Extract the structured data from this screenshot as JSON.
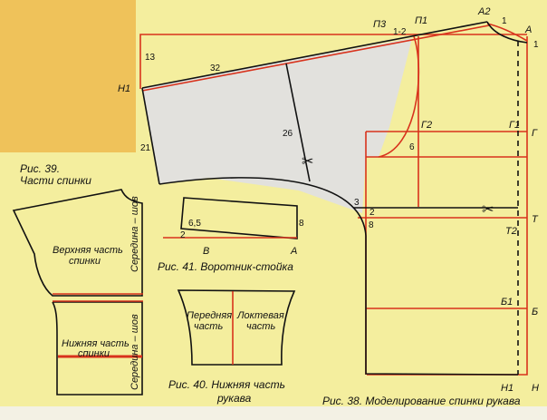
{
  "fig38": {
    "caption": "Рис. 38. Моделирование спинки рукава",
    "points": {
      "A": "А",
      "A2": "А2",
      "P1": "П1",
      "P3": "П3",
      "G": "Г",
      "G1": "Г1",
      "G2": "Г2",
      "T": "Т",
      "T2": "Т2",
      "B": "Б",
      "B1": "Б1",
      "H": "Н",
      "H1": "Н1",
      "H1_left": "Н1"
    },
    "dims": {
      "d13": "13",
      "d32": "32",
      "d26": "26",
      "d21": "21",
      "d6": "6",
      "d3": "3",
      "d2": "2",
      "d8": "8",
      "d12": "1-2",
      "one_a": "1",
      "one_b": "1"
    }
  },
  "fig39": {
    "caption_line1": "Рис. 39.",
    "caption_line2": "Части спинки",
    "upper_label_1": "Верхняя часть",
    "upper_label_2": "спинки",
    "lower_label_1": "Нижняя часть",
    "lower_label_2": "спинки",
    "seam": "Середина – шов"
  },
  "fig40": {
    "caption_line1": "Рис. 40. Нижняя часть",
    "caption_line2": "рукава",
    "front_1": "Передняя",
    "front_2": "часть",
    "elbow_1": "Локтевая",
    "elbow_2": "часть"
  },
  "fig41": {
    "caption": "Рис. 41. Воротник-стойка",
    "d65": "6,5",
    "d2": "2",
    "d8": "8",
    "B": "В",
    "A": "А"
  },
  "colors": {
    "line": "#111111",
    "accent": "#d8321c",
    "background": "#f4ee9e"
  }
}
